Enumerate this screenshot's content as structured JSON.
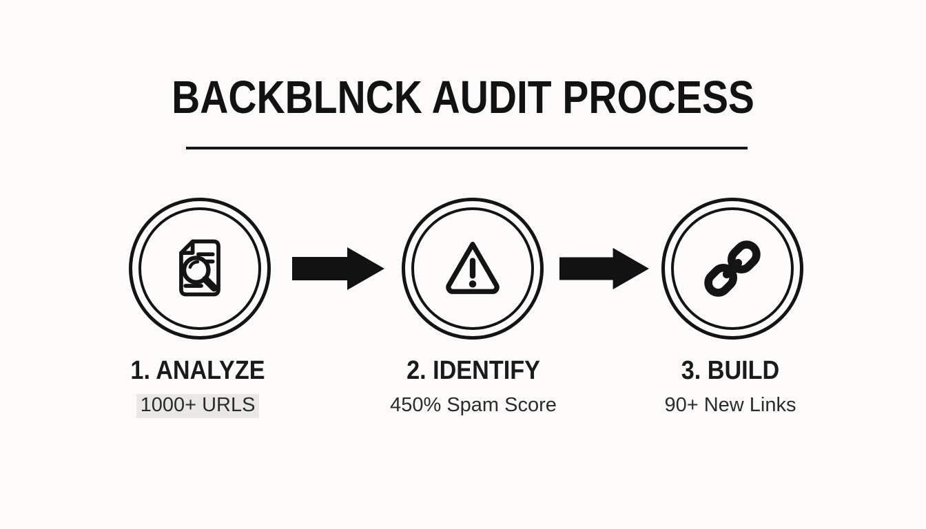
{
  "title": "BACKBLNCK AUDIT PROCESS",
  "steps": [
    {
      "label": "1. ANALYZE",
      "detail": "1000+ URLS",
      "icon": "document-search-icon"
    },
    {
      "label": "2. IDENTIFY",
      "detail": "450% Spam Score",
      "icon": "warning-triangle-icon"
    },
    {
      "label": "3. BUILD",
      "detail": "90+ New Links",
      "icon": "chain-link-icon"
    }
  ],
  "colors": {
    "ink": "#141414",
    "background": "#fcfbfa",
    "detail_highlight": "#eae8e4"
  }
}
